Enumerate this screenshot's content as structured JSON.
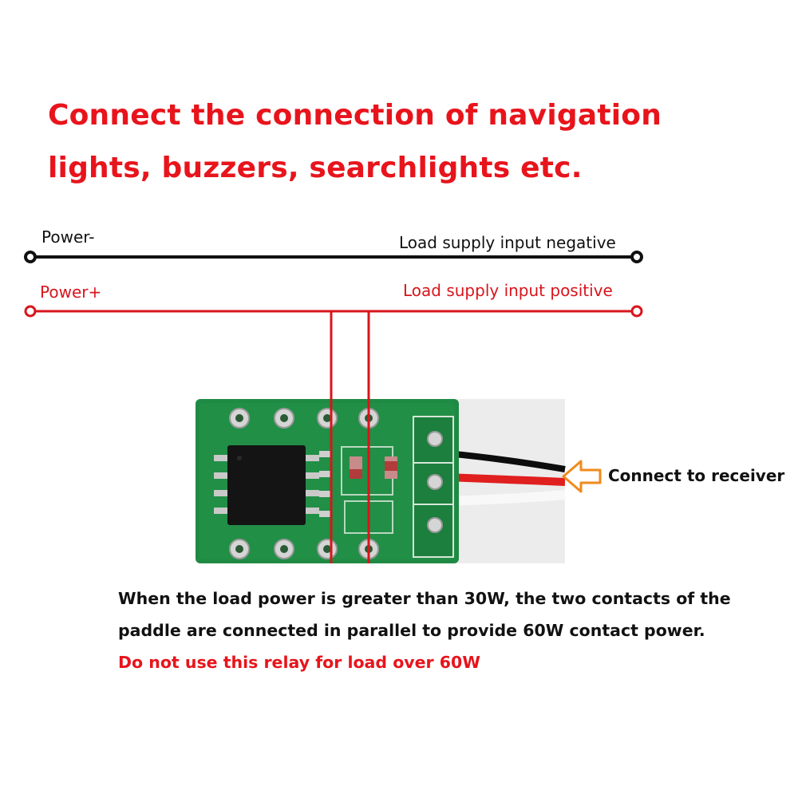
{
  "headline": {
    "line1": "Connect the connection of navigation",
    "line2": "lights, buzzers, searchlights etc."
  },
  "wires": {
    "power_minus": "Power-",
    "load_negative": "Load supply input negative",
    "power_plus": "Power+",
    "load_positive": "Load supply input positive"
  },
  "callout": {
    "connect_receiver": "Connect to receiver"
  },
  "notes": {
    "line1": "When the load power is greater than 30W, the two contacts of the",
    "line2": "paddle are connected in parallel to provide 60W contact power.",
    "warning": "Do not use this relay for load over 60W"
  },
  "colors": {
    "headline": "#e8141c",
    "wire_negative": "#111111",
    "wire_positive": "#d8151c",
    "pcb": "#1f8a43",
    "arrow": "#f08a1c"
  },
  "icons": {
    "receiver_arrow": "arrow-left-outline-icon"
  }
}
